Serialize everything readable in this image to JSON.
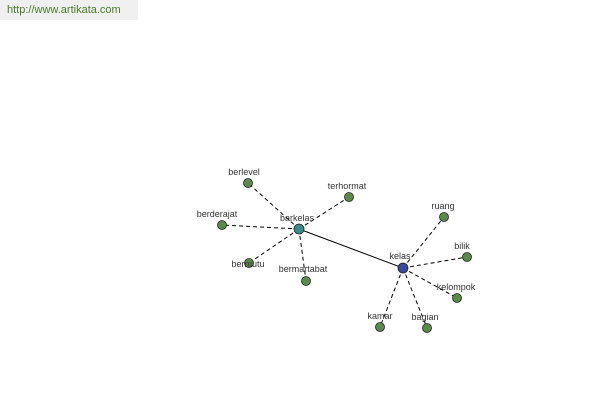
{
  "header": {
    "url_text": "http://www.artikata.com"
  },
  "colors": {
    "leaf_node": "#5a8a4a",
    "hub_barkelas": "#3a8a8a",
    "hub_kelas": "#3a4a9a",
    "node_stroke": "#222222",
    "edge": "#000000",
    "banner_text": "#4a7a2a"
  },
  "graph": {
    "hubs": [
      "barkelas",
      "kelas"
    ],
    "nodes": [
      {
        "id": "barkelas",
        "label": "barkelas",
        "kind": "hub"
      },
      {
        "id": "kelas",
        "label": "kelas",
        "kind": "hub"
      },
      {
        "id": "berlevel",
        "label": "berlevel",
        "kind": "leaf"
      },
      {
        "id": "terhormat",
        "label": "terhormat",
        "kind": "leaf"
      },
      {
        "id": "berderajat",
        "label": "berderajat",
        "kind": "leaf"
      },
      {
        "id": "bermutu",
        "label": "bermutu",
        "kind": "leaf"
      },
      {
        "id": "bermartabat",
        "label": "bermartabat",
        "kind": "leaf"
      },
      {
        "id": "ruang",
        "label": "ruang",
        "kind": "leaf"
      },
      {
        "id": "bilik",
        "label": "bilik",
        "kind": "leaf"
      },
      {
        "id": "kelompok",
        "label": "kelompok",
        "kind": "leaf"
      },
      {
        "id": "bagian",
        "label": "bagian",
        "kind": "leaf"
      },
      {
        "id": "kamar",
        "label": "kamar",
        "kind": "leaf"
      }
    ],
    "edges": [
      {
        "from": "barkelas",
        "to": "kelas",
        "style": "solid"
      },
      {
        "from": "barkelas",
        "to": "berlevel",
        "style": "dashed"
      },
      {
        "from": "barkelas",
        "to": "terhormat",
        "style": "dashed"
      },
      {
        "from": "barkelas",
        "to": "berderajat",
        "style": "dashed"
      },
      {
        "from": "barkelas",
        "to": "bermutu",
        "style": "dashed"
      },
      {
        "from": "barkelas",
        "to": "bermartabat",
        "style": "dashed"
      },
      {
        "from": "kelas",
        "to": "ruang",
        "style": "dashed"
      },
      {
        "from": "kelas",
        "to": "bilik",
        "style": "dashed"
      },
      {
        "from": "kelas",
        "to": "kelompok",
        "style": "dashed"
      },
      {
        "from": "kelas",
        "to": "bagian",
        "style": "dashed"
      },
      {
        "from": "kelas",
        "to": "kamar",
        "style": "dashed"
      }
    ]
  }
}
